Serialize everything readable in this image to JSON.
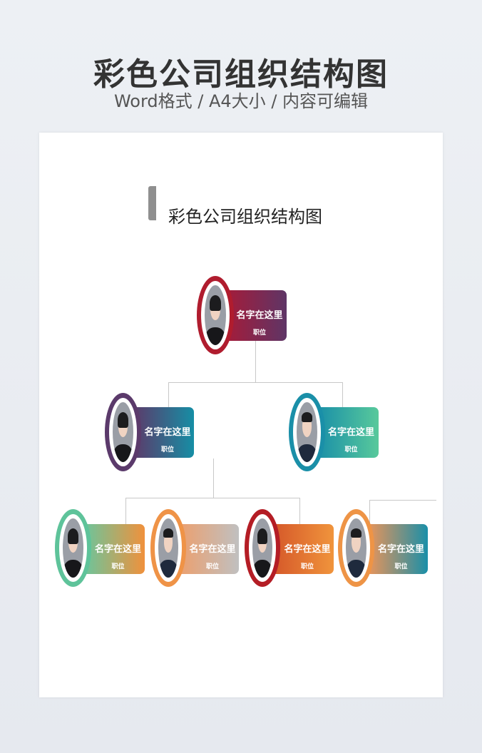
{
  "header": {
    "title": "彩色公司组织结构图",
    "subtitle": "Word格式 / A4大小 / 内容可编辑"
  },
  "document": {
    "title": "彩色公司组织结构图"
  },
  "nodes": [
    {
      "name": "名字在这里",
      "role": "职位",
      "ring": "#b01c2e",
      "from": "#a41c3a",
      "to": "#5e3566",
      "gender": "female"
    },
    {
      "name": "名字在这里",
      "role": "职位",
      "ring": "#5b3a6b",
      "from": "#5a3d6c",
      "to": "#168ea5",
      "gender": "female"
    },
    {
      "name": "名字在这里",
      "role": "职位",
      "ring": "#1a8fa8",
      "from": "#1a90a8",
      "to": "#58c99b",
      "gender": "male"
    },
    {
      "name": "名字在这里",
      "role": "职位",
      "ring": "#5ec39a",
      "from": "#6ec49a",
      "to": "#f0913c",
      "gender": "female"
    },
    {
      "name": "名字在这里",
      "role": "职位",
      "ring": "#ef9347",
      "from": "#eba070",
      "to": "#c0c0c0",
      "gender": "male"
    },
    {
      "name": "名字在这里",
      "role": "职位",
      "ring": "#b41d25",
      "from": "#d65a2a",
      "to": "#f0943c",
      "gender": "female"
    },
    {
      "name": "名字在这里",
      "role": "职位",
      "ring": "#ee9446",
      "from": "#e8945a",
      "to": "#1a8fa8",
      "gender": "male"
    }
  ]
}
